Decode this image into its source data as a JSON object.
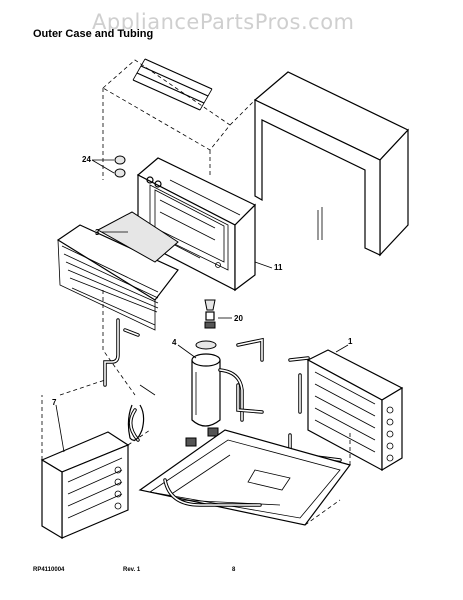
{
  "watermark": "AppliancePartsPros.com",
  "title": "Outer Case and Tubing",
  "callouts": {
    "c24": "24",
    "c3": "3",
    "c11": "11",
    "c20": "20",
    "c4": "4",
    "c1": "1",
    "c7": "7"
  },
  "footer": {
    "part_number": "RP4110004",
    "revision": "Rev. 1",
    "page": "8"
  }
}
